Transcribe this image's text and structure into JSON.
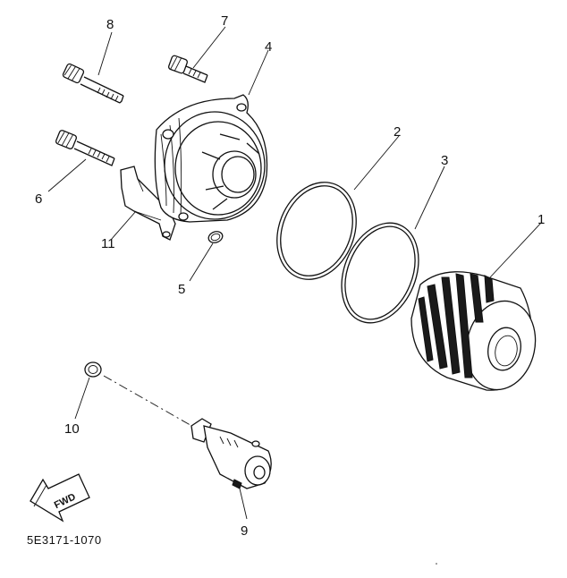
{
  "callouts": {
    "n1": "1",
    "n2": "2",
    "n3": "3",
    "n4": "4",
    "n5": "5",
    "n6": "6",
    "n7": "7",
    "n8": "8",
    "n9": "9",
    "n10": "10",
    "n11": "11"
  },
  "fwd_label": "FWD",
  "diagram_code": "5E3171-1070"
}
